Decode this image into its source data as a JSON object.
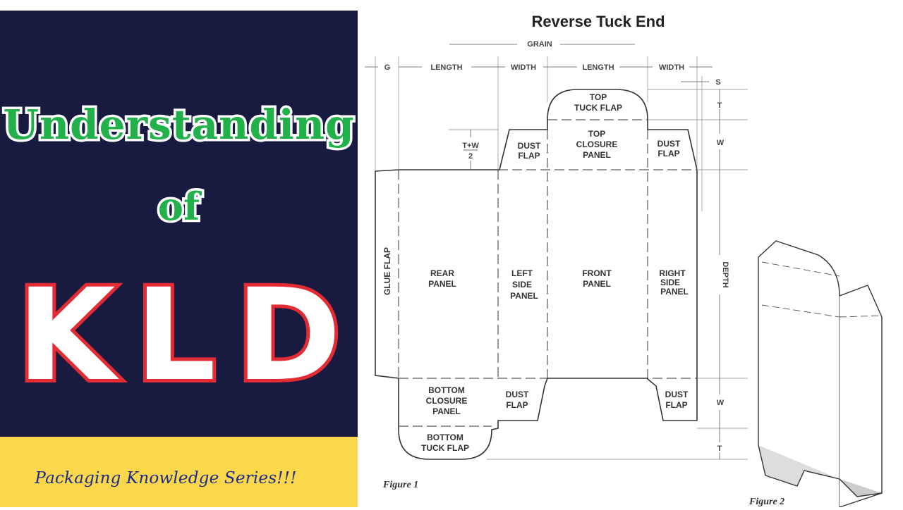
{
  "left": {
    "title_line1": "Understanding",
    "title_line2": "of",
    "title_main": "KLD",
    "series": "Packaging Knowledge Series!!!",
    "colors": {
      "navy": "#181a40",
      "green": "#22b04a",
      "red": "#e22b33",
      "yellow": "#fbd84b"
    }
  },
  "diagram": {
    "title": "Reverse Tuck End",
    "grain": "GRAIN",
    "dims": {
      "g": "G",
      "length1": "LENGTH",
      "width1": "WIDTH",
      "length2": "LENGTH",
      "width2": "WIDTH",
      "s": "S",
      "t1": "T",
      "w1": "W",
      "depth": "DEPTH",
      "w2": "W",
      "t2": "T",
      "tw_top": "T+W",
      "tw_bottom": "2"
    },
    "panels": {
      "glue_flap": "GLUE FLAP",
      "rear": [
        "REAR",
        "PANEL"
      ],
      "left_side": [
        "LEFT",
        "SIDE",
        "PANEL"
      ],
      "front": [
        "FRONT",
        "PANEL"
      ],
      "right_side": [
        "RIGHT",
        "SIDE",
        "PANEL"
      ],
      "top_tuck": [
        "TOP",
        "TUCK FLAP"
      ],
      "top_closure": [
        "TOP",
        "CLOSURE",
        "PANEL"
      ],
      "dust_tl": [
        "DUST",
        "FLAP"
      ],
      "dust_tr": [
        "DUST",
        "FLAP"
      ],
      "bottom_closure": [
        "BOTTOM",
        "CLOSURE",
        "PANEL"
      ],
      "bottom_tuck": [
        "BOTTOM",
        "TUCK FLAP"
      ],
      "dust_bl": [
        "DUST",
        "FLAP"
      ],
      "dust_br": [
        "DUST",
        "FLAP"
      ]
    },
    "figure1": "Figure 1",
    "figure2": "Figure 2"
  }
}
